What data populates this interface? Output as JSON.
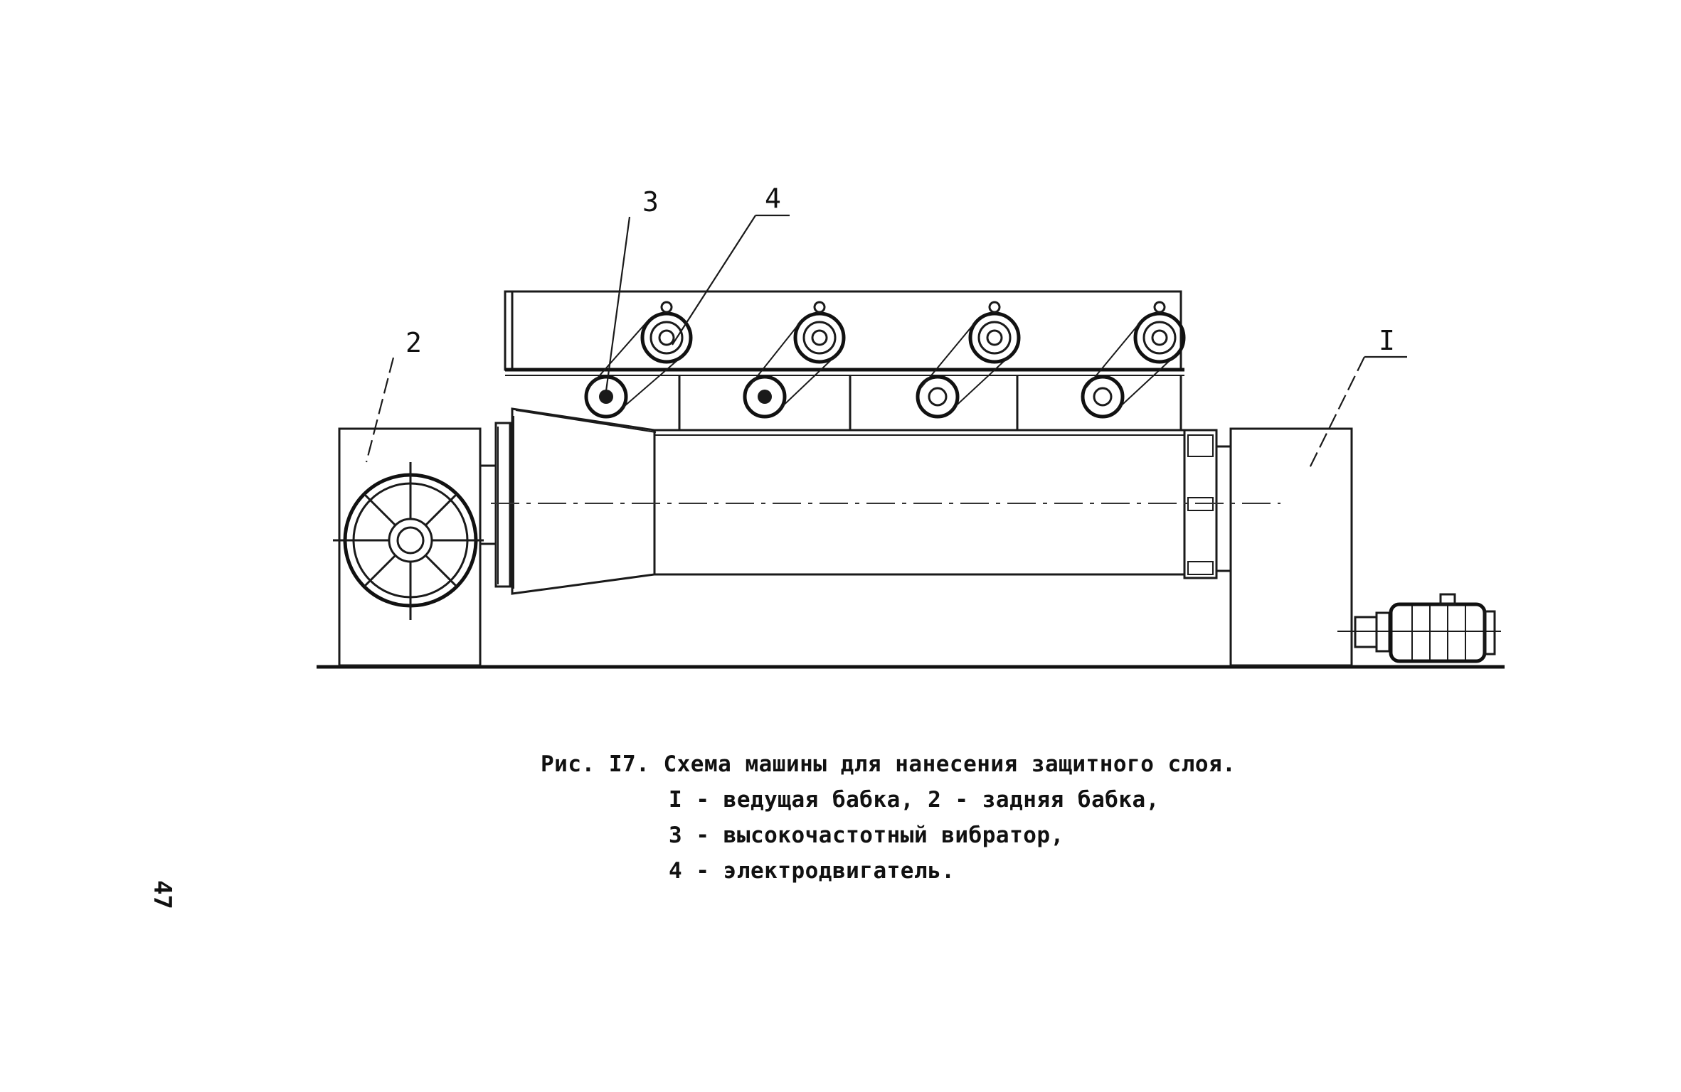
{
  "diagram": {
    "callouts": {
      "label_1": "I",
      "label_2": "2",
      "label_3": "3",
      "label_4": "4"
    }
  },
  "caption": {
    "title": "Рис. I7. Схема машины для нанесения защитного слоя.",
    "items": [
      "I - ведущая бабка, 2 - задняя бабка,",
      "3 - высокочастотный вибратор,",
      "4 - электродвигатель."
    ]
  },
  "page_number": "47"
}
